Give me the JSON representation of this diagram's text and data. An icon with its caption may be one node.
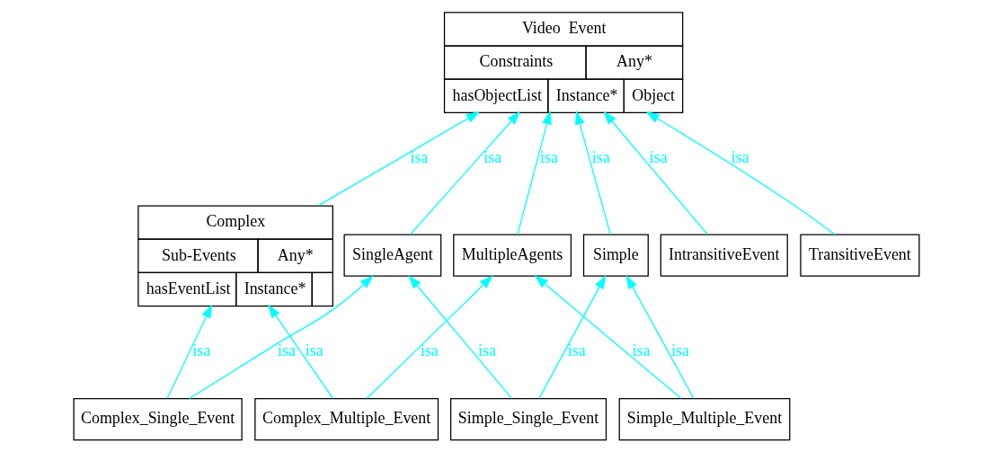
{
  "diagram": {
    "nodes": [
      {
        "text": [
          "Video  Event",
          "Constraints",
          "Any*",
          "hasObjectList",
          "Instance*",
          "Object"
        ]
      },
      {
        "text": [
          "Complex",
          "Sub-Events",
          "Any*",
          "hasEventList",
          "Instance*"
        ]
      },
      {
        "text": [
          "SingleAgent"
        ]
      },
      {
        "text": [
          "MultipleAgents"
        ]
      },
      {
        "text": [
          "Simple"
        ]
      },
      {
        "text": [
          "IntransitiveEvent"
        ]
      },
      {
        "text": [
          "TransitiveEvent"
        ]
      },
      {
        "text": [
          "Complex_Single_Event"
        ]
      },
      {
        "text": [
          "Complex_Multiple_Event"
        ]
      },
      {
        "text": [
          "Simple_Single_Event"
        ]
      },
      {
        "text": [
          "Simple_Multiple_Event"
        ]
      }
    ],
    "edges": [
      {
        "from": 1,
        "to": 0,
        "arrow": "to",
        "label": "isa"
      },
      {
        "from": 2,
        "to": 0,
        "arrow": "to",
        "label": "isa"
      },
      {
        "from": 3,
        "to": 0,
        "arrow": "to",
        "label": "isa"
      },
      {
        "from": 4,
        "to": 0,
        "arrow": "to",
        "label": "isa"
      },
      {
        "from": 5,
        "to": 0,
        "arrow": "to",
        "label": "isa"
      },
      {
        "from": 6,
        "to": 0,
        "arrow": "to",
        "label": "isa"
      },
      {
        "from": 7,
        "to": 1,
        "arrow": "to",
        "label": "isa"
      },
      {
        "from": 7,
        "to": 2,
        "arrow": "to",
        "label": "isa"
      },
      {
        "from": 8,
        "to": 1,
        "arrow": "to",
        "label": "isa"
      },
      {
        "from": 8,
        "to": 3,
        "arrow": "to",
        "label": "isa"
      },
      {
        "from": 9,
        "to": 2,
        "arrow": "to",
        "label": "isa"
      },
      {
        "from": 9,
        "to": 4,
        "arrow": "to",
        "label": "isa"
      },
      {
        "from": 10,
        "to": 3,
        "arrow": "to",
        "label": "isa"
      },
      {
        "from": 10,
        "to": 4,
        "arrow": "to",
        "label": "isa"
      }
    ]
  }
}
